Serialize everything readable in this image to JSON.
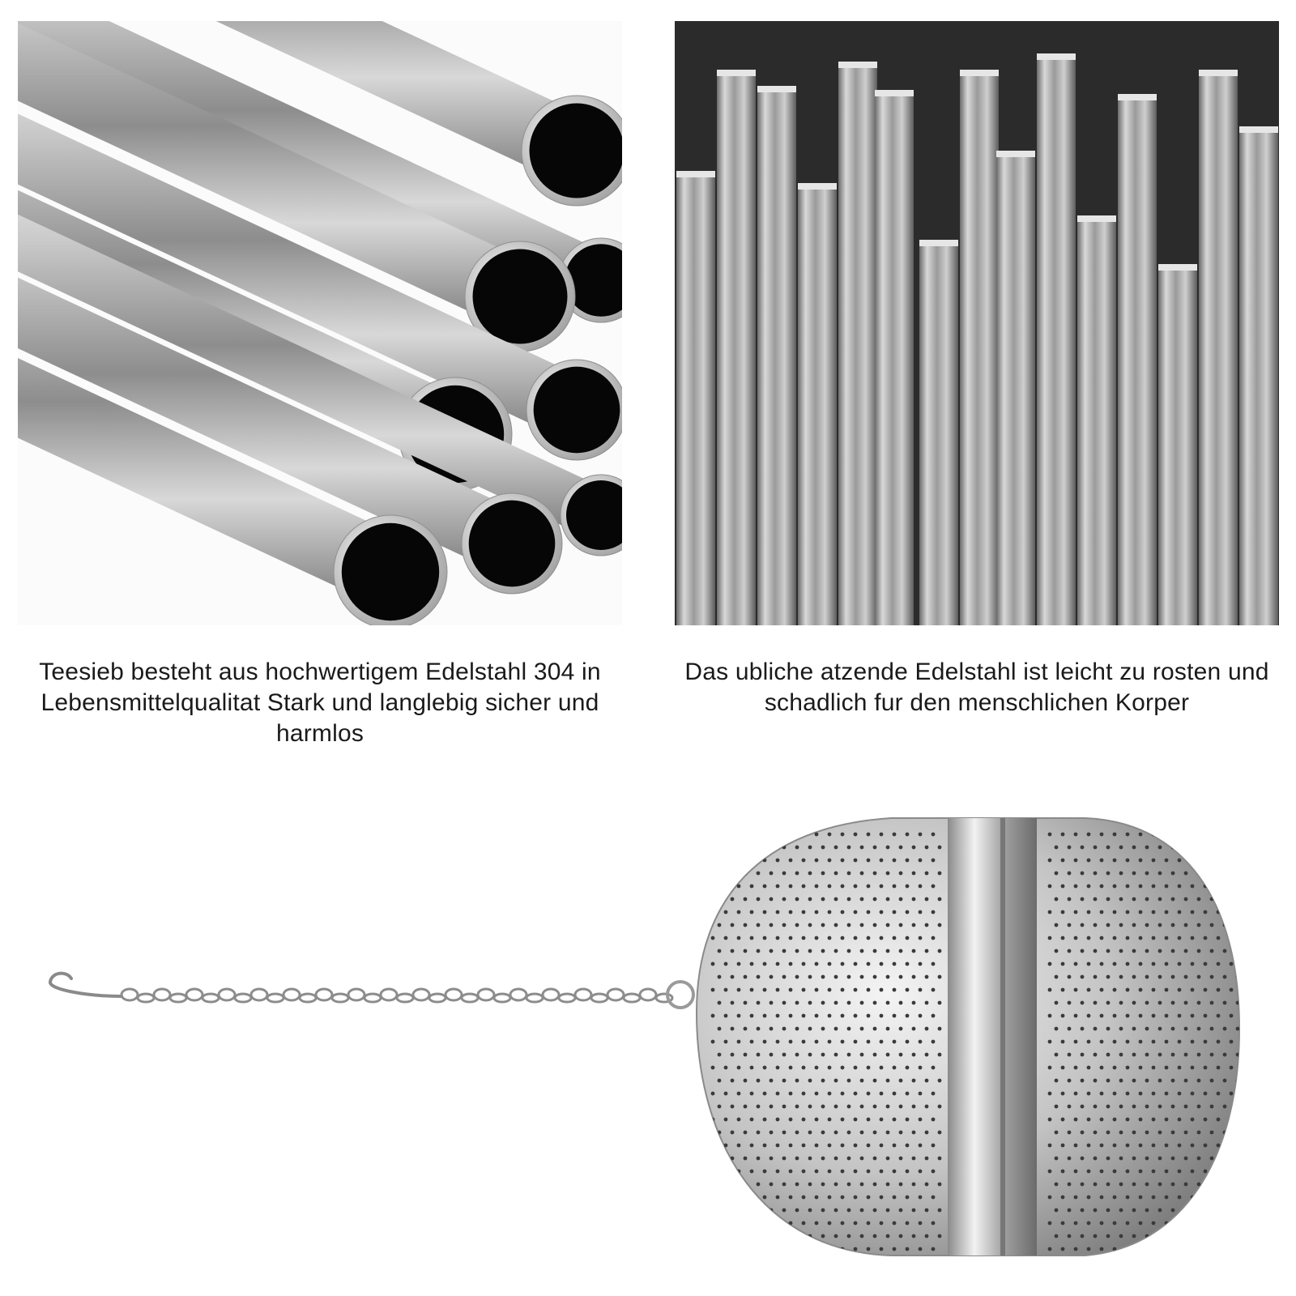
{
  "captions": {
    "left": "Teesieb besteht aus hochwertigem Edelstahl 304 in Lebensmittelqualitat Stark und langlebig sicher und harmlos",
    "right": "Das ubliche atzende Edelstahl ist leicht zu rosten und schadlich fur den menschlichen Korper"
  },
  "images": {
    "left": "stainless-steel-tubes-photo",
    "right": "stainless-steel-rods-photo",
    "product": "tea-infuser-ball-with-chain-photo"
  },
  "colors": {
    "steel_light": "#e8e8e8",
    "steel_mid": "#a8a8a8",
    "steel_dark": "#5a5a5a",
    "tube_hole": "#050505"
  }
}
